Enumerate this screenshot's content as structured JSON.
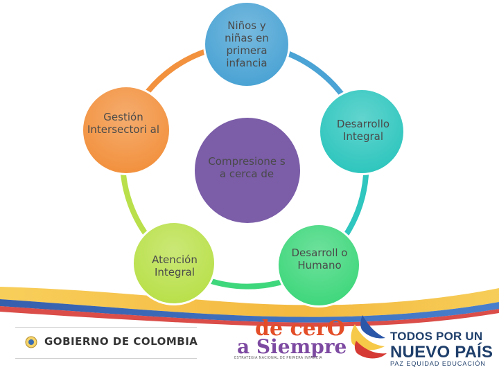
{
  "diagram": {
    "center": {
      "label": "Compresione s a cerca de",
      "color": "#7b5da8"
    },
    "nodes": [
      {
        "id": "ninos",
        "label": "Niños y niñas en primera infancia",
        "color": "#4aa3d4"
      },
      {
        "id": "desarrollo-integral",
        "label": "Desarrollo Integral",
        "color": "#2ec6be"
      },
      {
        "id": "desarrollo-humano",
        "label": "Desarroll o Humano",
        "color": "#3fd77c"
      },
      {
        "id": "atencion",
        "label": "Atención Integral",
        "color": "#b9e04a"
      },
      {
        "id": "gestion",
        "label": "Gestión Intersectori al",
        "color": "#f2913e"
      }
    ]
  },
  "footer": {
    "government_text": "GOBIERNO DE COLOMBIA",
    "program_logo": {
      "top": "de cerO",
      "bottom": "a Siempre",
      "tagline": "ESTRATEGIA NACIONAL DE PRIMERA INFANCIA"
    },
    "brand": {
      "line1": "TODOS POR UN",
      "line2": "NUEVO PAÍS",
      "line3": "PAZ  EQUIDAD  EDUCACIÓN"
    }
  }
}
